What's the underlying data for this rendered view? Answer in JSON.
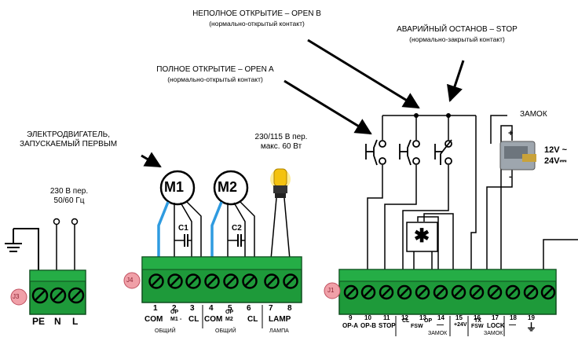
{
  "annotations": {
    "open_b_line1": "НЕПОЛНОЕ ОТКРЫТИЕ – OPEN B",
    "open_b_line2": "(нормально-открытый контакт)",
    "stop_line1": "АВАРИЙНЫЙ ОСТАНОВ – STOP",
    "stop_line2": "(нормально-закрытый контакт)",
    "open_a_line1": "ПОЛНОЕ ОТКРЫТИЕ – OPEN A",
    "open_a_line2": "(нормально-открытый контакт)",
    "motor_first_line1": "ЭЛЕКТРОДВИГАТЕЛЬ,",
    "motor_first_line2": "ЗАПУСКАЕМЫЙ ПЕРВЫМ",
    "lamp_line1": "230/115 В пер.",
    "lamp_line2": "макс. 60 Вт",
    "power_line1": "230 В пер.",
    "power_line2": "50/60 Гц",
    "lock": "ЗАМОК"
  },
  "lock_voltage": {
    "v12": "12V ~",
    "v24": "24V⎓"
  },
  "lock_signs": {
    "plus": "+",
    "minus": "-"
  },
  "motors": {
    "m1": "M1",
    "m2": "M2",
    "c1": "C1",
    "c2": "C2"
  },
  "blocks": {
    "j3": "J3",
    "j4": "J4",
    "j1": "J1"
  },
  "j3_terminals": [
    "PE",
    "N",
    "L"
  ],
  "j4_terminals": [
    {
      "num": "1",
      "top": "",
      "main": "COM"
    },
    {
      "num": "2",
      "top": "OP",
      "main": "M1"
    },
    {
      "num": "3",
      "top": "",
      "main": "CL"
    },
    {
      "num": "4",
      "top": "",
      "main": "COM"
    },
    {
      "num": "5",
      "top": "OP",
      "main": "M2"
    },
    {
      "num": "6",
      "top": "",
      "main": "CL"
    },
    {
      "num": "7",
      "top": "",
      "main": "LAMP"
    },
    {
      "num": "8",
      "top": "",
      "main": ""
    }
  ],
  "j4_minus": "-",
  "j4_groups": [
    "ОБЩИЙ",
    "ОБЩИЙ",
    "ЛАМПА"
  ],
  "j1_terminals": [
    {
      "num": "9",
      "main": "OP-A"
    },
    {
      "num": "10",
      "main": "OP-B"
    },
    {
      "num": "11",
      "main": "STOP"
    },
    {
      "num": "12",
      "main": "CL"
    },
    {
      "num": "13",
      "main": "OP"
    },
    {
      "num": "14",
      "main": "—"
    },
    {
      "num": "15",
      "main": "+24V"
    },
    {
      "num": "16",
      "main": "TX"
    },
    {
      "num": "17",
      "main": "LOCK"
    },
    {
      "num": "18",
      "main": "—"
    },
    {
      "num": "19",
      "main": "⏚"
    }
  ],
  "j1_fsw": [
    "FSW",
    "FSW"
  ],
  "j1_groups": [
    "ЗАМОК",
    "ЗАМОК"
  ],
  "photocell_symbol": "✱",
  "colors": {
    "terminal_green": "#1e9a3a",
    "wire_blue": "#2f9be0",
    "badge_pink": "#f0a0a8"
  }
}
